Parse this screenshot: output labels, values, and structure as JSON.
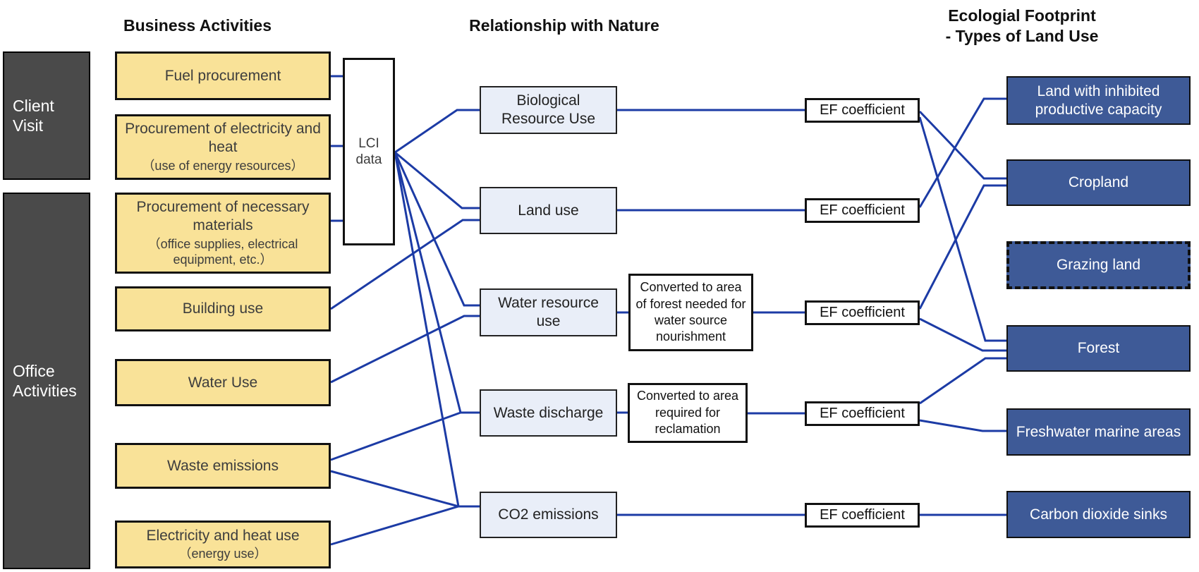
{
  "headers": {
    "business_activities": "Business Activities",
    "relationship_with_nature": "Relationship with Nature",
    "ecological_footprint_line1": "Ecologial Footprint",
    "ecological_footprint_line2": "- Types of Land Use"
  },
  "left_groups": [
    {
      "label": "Client Visit"
    },
    {
      "label": "Office Activities"
    }
  ],
  "business_activities": [
    {
      "label": "Fuel procurement",
      "sub": ""
    },
    {
      "label": "Procurement of electricity and heat",
      "sub": "（use of energy resources）"
    },
    {
      "label": "Procurement of necessary materials",
      "sub": "（office supplies, electrical equipment, etc.）"
    },
    {
      "label": "Building use",
      "sub": ""
    },
    {
      "label": "Water Use",
      "sub": ""
    },
    {
      "label": "Waste emissions",
      "sub": ""
    },
    {
      "label": "Electricity and heat use",
      "sub": "（energy use）"
    }
  ],
  "lci": {
    "label": "LCI data"
  },
  "nature_categories": [
    "Biological Resource Use",
    "Land use",
    "Water resource use",
    "Waste discharge",
    "CO2 emissions"
  ],
  "converters": [
    "Converted to area of forest needed for water source nourishment",
    "Converted to area required for reclamation"
  ],
  "ef": {
    "label": "EF coefficient"
  },
  "land_use_types": [
    {
      "label": "Land with inhibited productive capacity",
      "dashed": false
    },
    {
      "label": "Cropland",
      "dashed": false
    },
    {
      "label": "Grazing land",
      "dashed": true
    },
    {
      "label": "Forest",
      "dashed": false
    },
    {
      "label": "Freshwater marine areas",
      "dashed": false
    },
    {
      "label": "Carbon dioxide sinks",
      "dashed": false
    }
  ],
  "colors": {
    "activity_fill": "#f9e298",
    "group_fill": "#4a4a4a",
    "nature_fill": "#e9eef8",
    "land_type_fill": "#3e5a97",
    "line_blue": "#1c3ba5",
    "border_dark": "#111111"
  },
  "edges": [
    "Fuel procurement → LCI data",
    "Procurement of electricity and heat → LCI data",
    "Procurement of necessary materials → LCI data",
    "LCI data → Biological Resource Use",
    "LCI data → Land use",
    "LCI data → Water resource use",
    "LCI data → Waste discharge",
    "LCI data → CO2 emissions",
    "Building use → Land use",
    "Water Use → Water resource use",
    "Waste emissions → Waste discharge",
    "Waste emissions → CO2 emissions",
    "Electricity and heat use → CO2 emissions",
    "Biological Resource Use → EF coefficient → Cropland",
    "Biological Resource Use → EF coefficient → Forest",
    "Land use → EF coefficient → Land with inhibited productive capacity",
    "Water resource use → Converted to area of forest needed for water source nourishment → EF coefficient → Cropland",
    "Water resource use → EF coefficient → Forest",
    "Waste discharge → Converted to area required for reclamation → EF coefficient → Forest",
    "Waste discharge → EF coefficient → Freshwater marine areas",
    "CO2 emissions → EF coefficient → Carbon dioxide sinks"
  ]
}
